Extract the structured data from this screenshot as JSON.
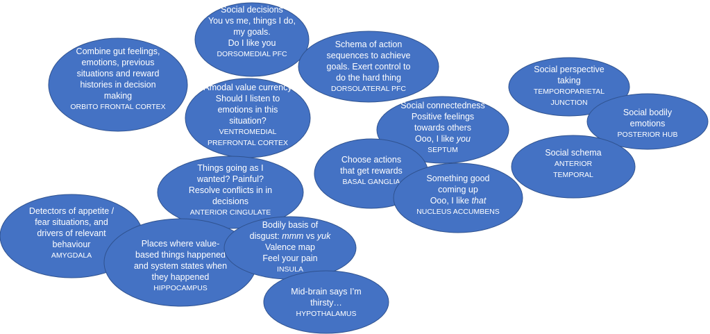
{
  "colors": {
    "bubble_fill": "#4472c4",
    "bubble_stroke": "#2f528f",
    "text": "#ffffff"
  },
  "nodes": [
    {
      "id": "orbitofrontal-cortex",
      "lines": [
        [
          "Combine gut feelings,"
        ],
        [
          "emotions, previous"
        ],
        [
          "situations and reward"
        ],
        [
          "histories in decision"
        ],
        [
          "making"
        ]
      ],
      "region": "ORBITO FRONTAL CORTEX"
    },
    {
      "id": "dorsomedial-pfc",
      "lines": [
        [
          "Social decisions"
        ],
        [
          "You vs me, things I do,"
        ],
        [
          "my goals."
        ],
        [
          "Do I like you"
        ]
      ],
      "region": "DORSOMEDIAL PFC"
    },
    {
      "id": "dorsolateral-pfc",
      "lines": [
        [
          "Schema of action"
        ],
        [
          "sequences to achieve"
        ],
        [
          "goals. Exert control to"
        ],
        [
          "do the hard thing"
        ]
      ],
      "region": "DORSOLATERAL PFC"
    },
    {
      "id": "ventromedial-pfc",
      "lines": [
        [
          "Amodal value currency"
        ],
        [
          "Should I listen to"
        ],
        [
          "emotions in this"
        ],
        [
          "situation?"
        ]
      ],
      "region": "VENTROMEDIAL",
      "region2": "PREFRONTAL CORTEX"
    },
    {
      "id": "temporoparietal-junction",
      "lines": [
        [
          "Social perspective"
        ],
        [
          "taking"
        ]
      ],
      "region": "TEMPOROPARIETAL",
      "region2": "JUNCTION"
    },
    {
      "id": "posterior-hub",
      "lines": [
        [
          "Social bodily"
        ],
        [
          "emotions"
        ]
      ],
      "region": "POSTERIOR HUB"
    },
    {
      "id": "anterior-temporal",
      "lines": [
        [
          "Social schema"
        ]
      ],
      "region": "ANTERIOR",
      "region2": "TEMPORAL"
    },
    {
      "id": "septum",
      "lines": [
        [
          "Social connectedness"
        ],
        [
          "Positive feelings"
        ],
        [
          "towards others"
        ],
        [
          "Ooo, I like ",
          {
            "em": "you"
          }
        ]
      ],
      "region": "SEPTUM"
    },
    {
      "id": "basal-ganglia",
      "lines": [
        [
          "Choose actions"
        ],
        [
          "that get rewards"
        ]
      ],
      "region": "BASAL GANGLIA"
    },
    {
      "id": "nucleus-accumbens",
      "lines": [
        [
          "Something good"
        ],
        [
          "coming up"
        ],
        [
          "Ooo, I like ",
          {
            "em": "that"
          }
        ]
      ],
      "region": "NUCLEUS ACCUMBENS"
    },
    {
      "id": "anterior-cingulate",
      "lines": [
        [
          "Things going as I"
        ],
        [
          "wanted? Painful?"
        ],
        [
          "Resolve conflicts in in"
        ],
        [
          "decisions"
        ]
      ],
      "region": "ANTERIOR CINGULATE"
    },
    {
      "id": "amygdala",
      "lines": [
        [
          "Detectors of appetite /"
        ],
        [
          "fear situations, and"
        ],
        [
          "drivers of relevant"
        ],
        [
          "behaviour"
        ]
      ],
      "region": "AMYGDALA"
    },
    {
      "id": "hippocampus",
      "lines": [
        [
          "Places where value-"
        ],
        [
          "based things happened"
        ],
        [
          "and system states when"
        ],
        [
          "they happened"
        ]
      ],
      "region": "HIPPOCAMPUS"
    },
    {
      "id": "insula",
      "lines": [
        [
          "Bodily basis of"
        ],
        [
          "disgust: ",
          {
            "em": "mmm"
          },
          " vs ",
          {
            "em": "yuk"
          }
        ],
        [
          "Valence map"
        ],
        [
          "Feel your pain"
        ]
      ],
      "region": "INSULA"
    },
    {
      "id": "hypothalamus",
      "lines": [
        [
          "Mid-brain says I’m"
        ],
        [
          "thirsty…"
        ]
      ],
      "region": "HYPOTHALAMUS"
    }
  ]
}
